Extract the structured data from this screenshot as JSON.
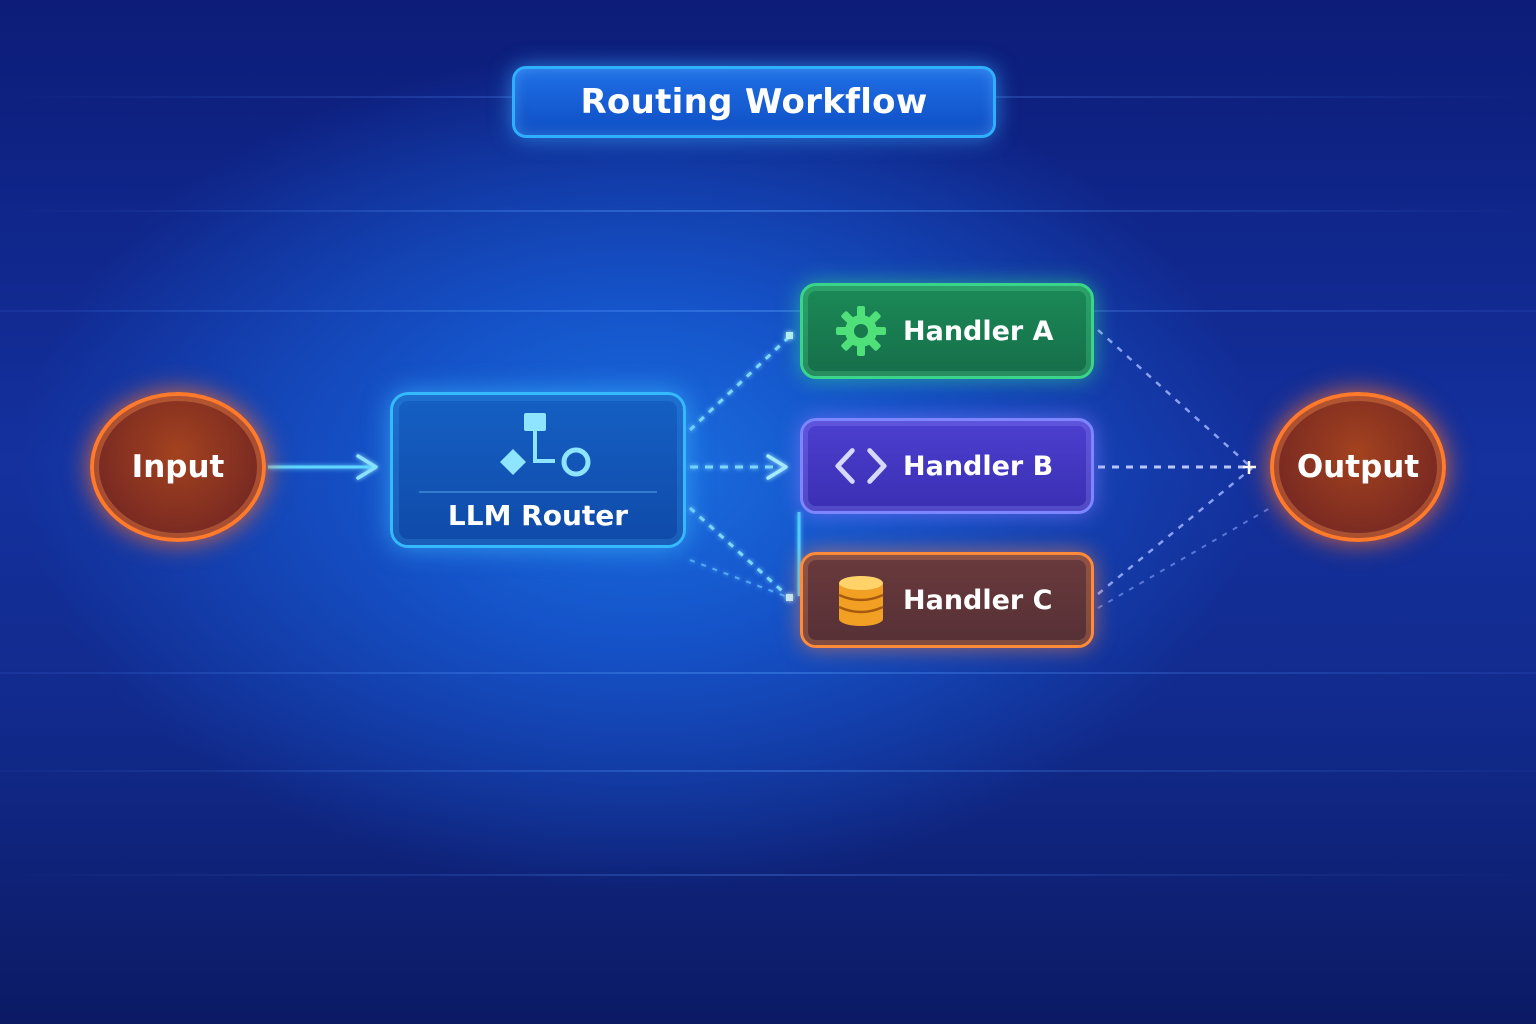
{
  "title": "Routing Workflow",
  "nodes": {
    "input": "Input",
    "router": "LLM Router",
    "handlers": [
      {
        "label": "Handler A",
        "icon": "gear-icon",
        "color": "#1b8a57"
      },
      {
        "label": "Handler B",
        "icon": "code-icon",
        "color": "#4c3fd0"
      },
      {
        "label": "Handler C",
        "icon": "database-icon",
        "color": "#ff8a3a"
      }
    ],
    "output": "Output"
  },
  "colors": {
    "background": "#1443b0",
    "router_border": "#35b9ff",
    "endpoint_border": "#ff7a2a"
  }
}
